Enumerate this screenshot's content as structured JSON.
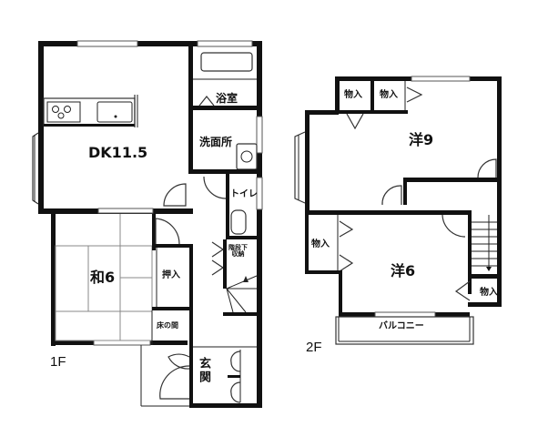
{
  "plan": {
    "floor1": {
      "label": "1F",
      "rooms": [
        {
          "id": "dk",
          "label": "DK11.5",
          "type": "dining-kitchen"
        },
        {
          "id": "bath",
          "label": "浴室",
          "type": "bathroom"
        },
        {
          "id": "washroom",
          "label": "洗面所",
          "type": "washroom"
        },
        {
          "id": "toilet",
          "label": "トイレ",
          "type": "toilet"
        },
        {
          "id": "stair-storage",
          "label_line1": "階段下",
          "label_line2": "収納",
          "type": "storage"
        },
        {
          "id": "washitsu",
          "label": "和6",
          "type": "japanese-room"
        },
        {
          "id": "oshiire",
          "label": "押入",
          "type": "closet"
        },
        {
          "id": "tokonoma",
          "label": "床の間",
          "type": "alcove"
        },
        {
          "id": "genkan",
          "label": "玄関",
          "type": "entrance"
        }
      ]
    },
    "floor2": {
      "label": "2F",
      "rooms": [
        {
          "id": "western9",
          "label": "洋9",
          "type": "western-room"
        },
        {
          "id": "storage-a",
          "label": "物入",
          "type": "storage"
        },
        {
          "id": "storage-b",
          "label": "物入",
          "type": "storage"
        },
        {
          "id": "storage-c",
          "label": "物入",
          "type": "storage"
        },
        {
          "id": "western6",
          "label": "洋6",
          "type": "western-room"
        },
        {
          "id": "storage-d",
          "label": "物入",
          "type": "storage"
        },
        {
          "id": "balcony",
          "label": "バルコニー",
          "type": "balcony"
        }
      ]
    }
  }
}
